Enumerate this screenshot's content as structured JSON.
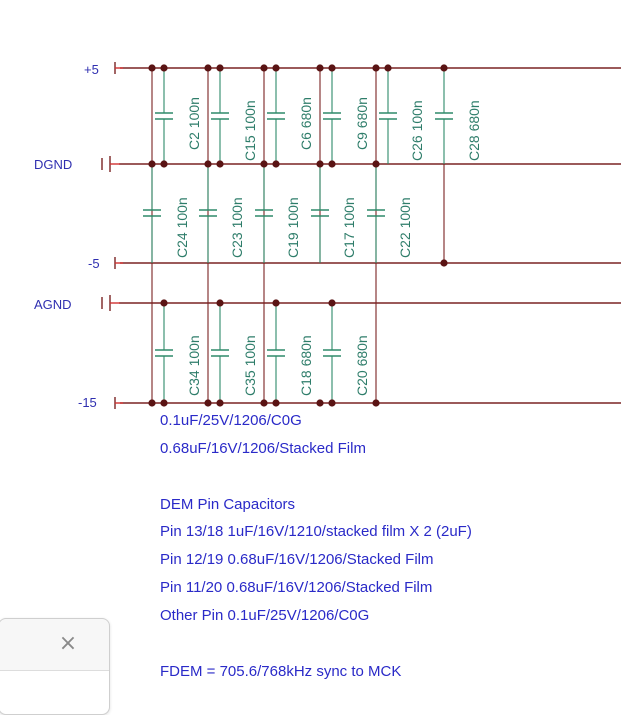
{
  "colors": {
    "wire": "#7a2323",
    "capacitor": "#2e8a6a",
    "pin": "#d03030",
    "rail_label": "#2f2fb0",
    "cap_label": "#2e7d6a",
    "note_text": "#2a2ac8",
    "junction": "#5a1414"
  },
  "rails": [
    {
      "name": "+5",
      "label": "+5"
    },
    {
      "name": "dgnd",
      "label": "DGND"
    },
    {
      "name": "-5",
      "label": "-5"
    },
    {
      "name": "agnd",
      "label": "AGND"
    },
    {
      "name": "-15",
      "label": "-15"
    }
  ],
  "capacitors": {
    "row1": [
      {
        "ref": "C2",
        "value": "100n",
        "label": "C2 100n"
      },
      {
        "ref": "C15",
        "value": "100n",
        "label": "C15 100n"
      },
      {
        "ref": "C6",
        "value": "680n",
        "label": "C6 680n"
      },
      {
        "ref": "C9",
        "value": "680n",
        "label": "C9 680n"
      },
      {
        "ref": "C26",
        "value": "100n",
        "label": "C26 100n"
      },
      {
        "ref": "C28",
        "value": "680n",
        "label": "C28 680n"
      }
    ],
    "row2": [
      {
        "ref": "C24",
        "value": "100n",
        "label": "C24 100n"
      },
      {
        "ref": "C23",
        "value": "100n",
        "label": "C23 100n"
      },
      {
        "ref": "C19",
        "value": "100n",
        "label": "C19 100n"
      },
      {
        "ref": "C17",
        "value": "100n",
        "label": "C17 100n"
      },
      {
        "ref": "C22",
        "value": "100n",
        "label": "C22 100n"
      }
    ],
    "row3": [
      {
        "ref": "C34",
        "value": "100n",
        "label": "C34 100n"
      },
      {
        "ref": "C35",
        "value": "100n",
        "label": "C35 100n"
      },
      {
        "ref": "C18",
        "value": "680n",
        "label": "C18 680n"
      },
      {
        "ref": "C20",
        "value": "680n",
        "label": "C20 680n"
      }
    ]
  },
  "notes": {
    "line1": "0.1uF/25V/1206/C0G",
    "line2": "0.68uF/16V/1206/Stacked Film",
    "heading": "DEM Pin Capacitors",
    "pin13_18": "Pin 13/18 1uF/16V/1210/stacked film X 2 (2uF)",
    "pin12_19": "Pin 12/19 0.68uF/16V/1206/Stacked Film",
    "pin11_20": "Pin 11/20 0.68uF/16V/1206/Stacked Film",
    "other": "Other Pin 0.1uF/25V/1206/C0G",
    "fdem": "FDEM = 705.6/768kHz sync to MCK"
  },
  "popup": {
    "close_icon": "close-icon",
    "close_glyph": "×"
  }
}
